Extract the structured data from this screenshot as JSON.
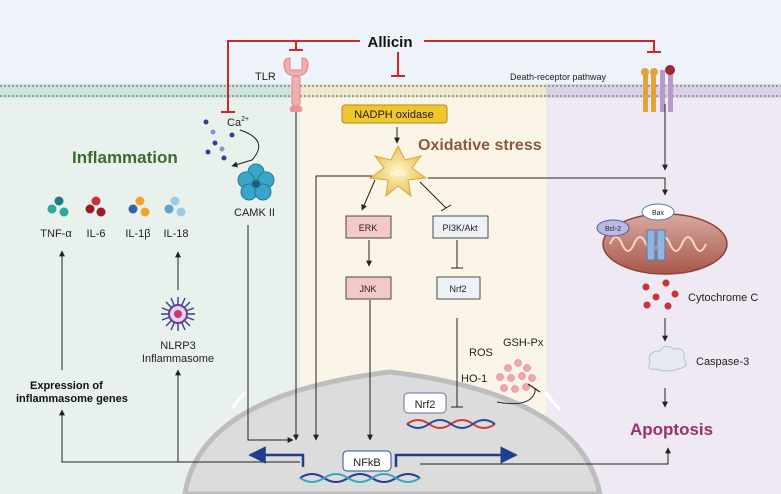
{
  "title": "Allicin",
  "regions": {
    "inflammation": "Inflammation",
    "oxidative_stress": "Oxidative stress",
    "apoptosis": "Apoptosis"
  },
  "membrane": {
    "tlr": "TLR",
    "death_receptor": "Death-receptor pathway"
  },
  "calcium": {
    "ion": "Ca",
    "charge": "2+",
    "kinase": "CAMK II"
  },
  "oxidative": {
    "enzyme": "NADPH oxidase",
    "ros_center": "ROS",
    "erk": "ERK",
    "jnk": "JNK",
    "pi3k": "PI3K/Akt",
    "nrf2_cyto": "Nrf2",
    "ros_label": "ROS",
    "gsh": "GSH-Px",
    "ho1": "HO-1",
    "nrf2_nuc": "Nrf2"
  },
  "cytokines": [
    "TNF-α",
    "IL-6",
    "IL-1β",
    "IL-18"
  ],
  "nlrp3": {
    "line1": "NLRP3",
    "line2": "Inflammasome"
  },
  "expression": {
    "line1": "Expression of",
    "line2": "inflammasome genes"
  },
  "nfkb": "NFkB",
  "mito": {
    "bax": "Bax",
    "bcl2": "Bcl-2",
    "cytochrome": "Cytochrome C",
    "caspase": "Caspase-3"
  },
  "colors": {
    "inhibit": "#cc2a2a",
    "inflammation_bg": "#e8f1ec",
    "oxidative_bg": "#fbf5e8",
    "apoptosis_bg": "#efe9f3",
    "title_green": "#3d6b2e",
    "title_brown": "#8b5a3c",
    "title_purple": "#9b2f6e",
    "nfkb_arrow": "#1f3f8a"
  }
}
